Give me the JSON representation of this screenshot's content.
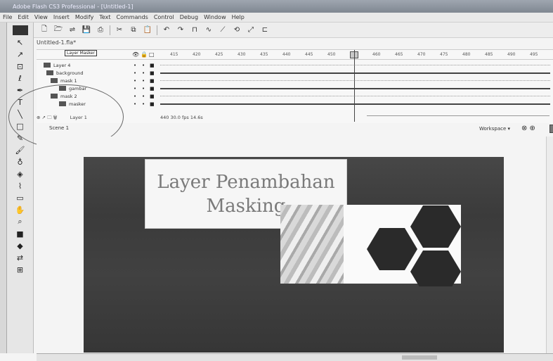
{
  "window": {
    "title": "Adobe Flash CS3 Professional - [Untitled-1]"
  },
  "menu": [
    "File",
    "Edit",
    "View",
    "Insert",
    "Modify",
    "Text",
    "Commands",
    "Control",
    "Debug",
    "Window",
    "Help"
  ],
  "document": {
    "tab": "Untitled-1.fla*"
  },
  "timeline": {
    "frame_numbers": [
      "415",
      "420",
      "425",
      "430",
      "435",
      "440",
      "445",
      "450",
      "455",
      "460",
      "465",
      "470",
      "475",
      "480",
      "485",
      "490",
      "495"
    ],
    "layers": [
      {
        "name": "Layer 4",
        "indent": 0
      },
      {
        "name": "background",
        "indent": 4
      },
      {
        "name": "mask 1",
        "indent": 10
      },
      {
        "name": "gambar",
        "indent": 22
      },
      {
        "name": "mask 2",
        "indent": 10
      },
      {
        "name": "masker",
        "indent": 22
      }
    ],
    "tooltip": "Layer Masker",
    "footer": "440   30.0 fps   14.6s",
    "folder_bottom": "Layer 1"
  },
  "scene": {
    "label": "Scene 1",
    "workspace": "Workspace ▾",
    "zoom": ""
  },
  "stage": {
    "title_text": "Layer Penambahan\nMasking",
    "hex_colors": {
      "dark": "#2a2a2a"
    }
  }
}
